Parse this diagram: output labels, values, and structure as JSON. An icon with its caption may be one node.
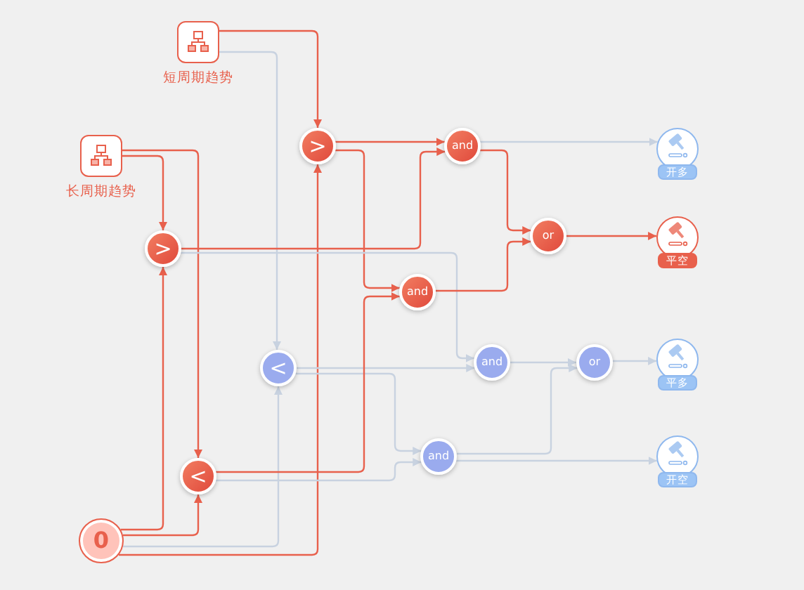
{
  "diagram": {
    "nodes": [
      {
        "text": [
          "短周期趋势"
        ]
      },
      {
        "text": [
          "长周期趋势"
        ]
      },
      {
        "text": [
          ">"
        ]
      },
      {
        "text": [
          ">"
        ]
      },
      {
        "text": [
          "and"
        ]
      },
      {
        "text": [
          "or"
        ]
      },
      {
        "text": [
          "and"
        ]
      },
      {
        "text": [
          "<"
        ]
      },
      {
        "text": [
          "and"
        ]
      },
      {
        "text": [
          "or"
        ]
      },
      {
        "text": [
          "<"
        ]
      },
      {
        "text": [
          "and"
        ]
      },
      {
        "text": [
          "0"
        ]
      },
      {
        "text": [
          "开多"
        ]
      },
      {
        "text": [
          "平空"
        ]
      },
      {
        "text": [
          "平多"
        ]
      },
      {
        "text": [
          "开空"
        ]
      }
    ],
    "edges": [
      {
        "from": 0,
        "to": 2,
        "arrow": "to"
      },
      {
        "from": 0,
        "to": 7,
        "arrow": "to",
        "color": "#c8d2e0"
      },
      {
        "from": 1,
        "to": 3,
        "arrow": "to"
      },
      {
        "from": 1,
        "to": 10,
        "arrow": "to"
      },
      {
        "from": 12,
        "to": 3,
        "arrow": "to"
      },
      {
        "from": 12,
        "to": 10,
        "arrow": "to"
      },
      {
        "from": 12,
        "to": 7,
        "arrow": "to",
        "color": "#c8d2e0"
      },
      {
        "from": 12,
        "to": 2,
        "arrow": "to"
      },
      {
        "from": 2,
        "to": 4,
        "arrow": "to"
      },
      {
        "from": 2,
        "to": 6,
        "arrow": "to"
      },
      {
        "from": 3,
        "to": 4,
        "arrow": "to"
      },
      {
        "from": 3,
        "to": 8,
        "arrow": "to",
        "color": "#c8d2e0"
      },
      {
        "from": 4,
        "to": 13,
        "arrow": "to",
        "color": "#c8d2e0"
      },
      {
        "from": 4,
        "to": 5,
        "arrow": "to"
      },
      {
        "from": 6,
        "to": 5,
        "arrow": "to"
      },
      {
        "from": 5,
        "to": 14,
        "arrow": "to"
      },
      {
        "from": 7,
        "to": 8,
        "arrow": "to",
        "color": "#c8d2e0"
      },
      {
        "from": 7,
        "to": 11,
        "arrow": "to",
        "color": "#c8d2e0"
      },
      {
        "from": 10,
        "to": 6,
        "arrow": "to"
      },
      {
        "from": 10,
        "to": 11,
        "arrow": "to",
        "color": "#c8d2e0"
      },
      {
        "from": 8,
        "to": 9,
        "arrow": "to",
        "color": "#c8d2e0"
      },
      {
        "from": 11,
        "to": 9,
        "arrow": "to",
        "color": "#c8d2e0"
      },
      {
        "from": 9,
        "to": 15,
        "arrow": "to",
        "color": "#c8d2e0"
      },
      {
        "from": 11,
        "to": 16,
        "arrow": "to",
        "color": "#c8d2e0"
      }
    ]
  }
}
